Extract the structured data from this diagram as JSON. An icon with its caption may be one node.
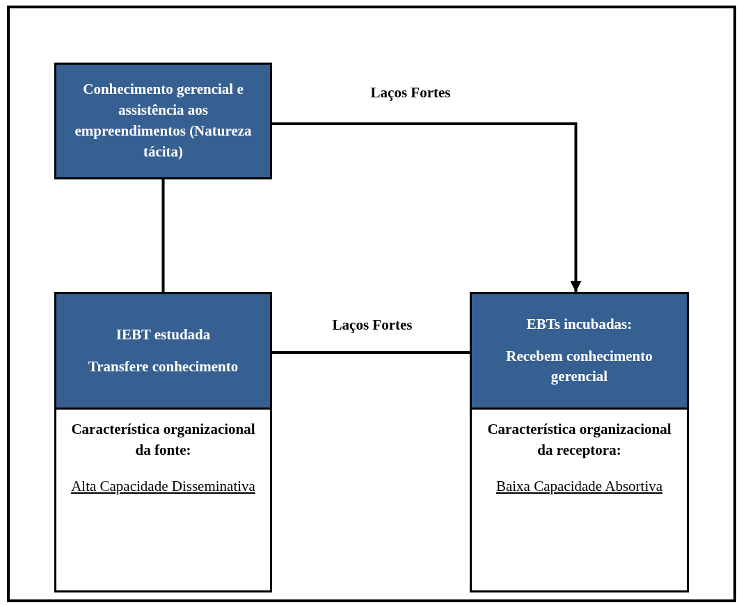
{
  "diagram": {
    "nodes": [
      {
        "text": [
          "Conhecimento gerencial e assistência aos empreendimentos (Natureza tácita)"
        ]
      },
      {
        "text": [
          "IEBT estudada",
          "Transfere conhecimento",
          "Característica organizacional da fonte:",
          "Alta Capacidade Disseminativa"
        ]
      },
      {
        "text": [
          "EBTs incubadas:",
          "Recebem conhecimento gerencial",
          "Característica organizacional da receptora:",
          "Baixa Capacidade Absortiva"
        ]
      }
    ],
    "edges": [
      {
        "from": 0,
        "to": 2,
        "arrow": "to",
        "label": "Laços Fortes"
      },
      {
        "from": 0,
        "to": 1,
        "arrow": "none"
      },
      {
        "from": 1,
        "to": 2,
        "arrow": "none",
        "label": "Laços Fortes"
      }
    ]
  }
}
